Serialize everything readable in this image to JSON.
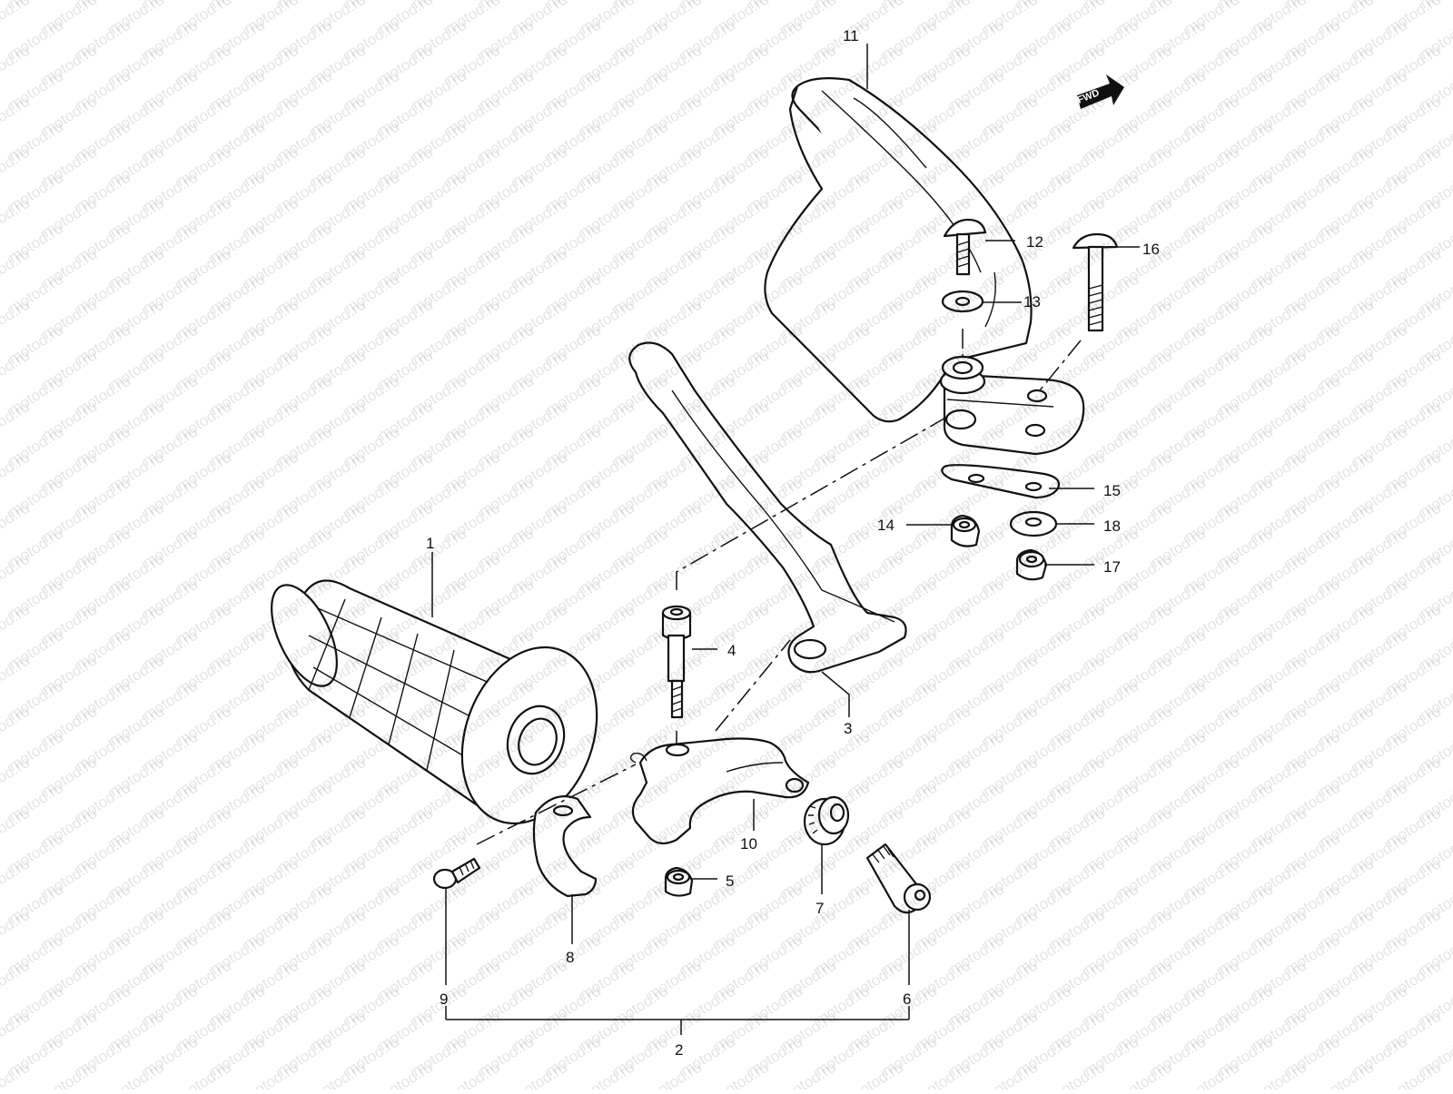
{
  "watermark": {
    "text": "motod.ru"
  },
  "direction_badge": {
    "text": "FWD"
  },
  "callouts": [
    {
      "id": "1",
      "text": "1"
    },
    {
      "id": "2",
      "text": "2"
    },
    {
      "id": "3",
      "text": "3"
    },
    {
      "id": "4",
      "text": "4"
    },
    {
      "id": "5",
      "text": "5"
    },
    {
      "id": "6",
      "text": "6"
    },
    {
      "id": "7",
      "text": "7"
    },
    {
      "id": "8",
      "text": "8"
    },
    {
      "id": "9",
      "text": "9"
    },
    {
      "id": "10",
      "text": "10"
    },
    {
      "id": "11",
      "text": "11"
    },
    {
      "id": "12",
      "text": "12"
    },
    {
      "id": "13",
      "text": "13"
    },
    {
      "id": "14",
      "text": "14"
    },
    {
      "id": "15",
      "text": "15"
    },
    {
      "id": "16",
      "text": "16"
    },
    {
      "id": "17",
      "text": "17"
    },
    {
      "id": "18",
      "text": "18"
    }
  ]
}
